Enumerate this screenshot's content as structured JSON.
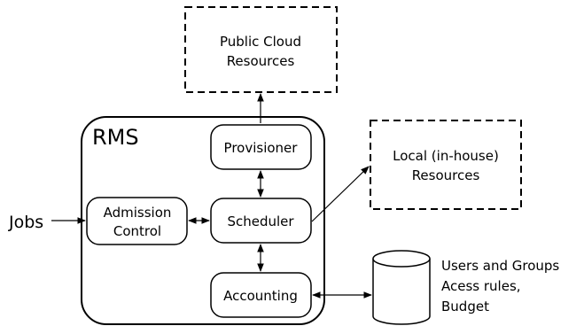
{
  "cloud": {
    "line1": "Public Cloud",
    "line2": "Resources"
  },
  "local": {
    "line1": "Local (in-house)",
    "line2": "Resources"
  },
  "rms": {
    "title": "RMS"
  },
  "provisioner": {
    "label": "Provisioner"
  },
  "scheduler": {
    "label": "Scheduler"
  },
  "admission": {
    "line1": "Admission",
    "line2": "Control"
  },
  "accounting": {
    "label": "Accounting"
  },
  "jobs": {
    "label": "Jobs"
  },
  "database": {
    "line1": "Users and Groups",
    "line2": "Acess rules,",
    "line3": "Budget"
  }
}
